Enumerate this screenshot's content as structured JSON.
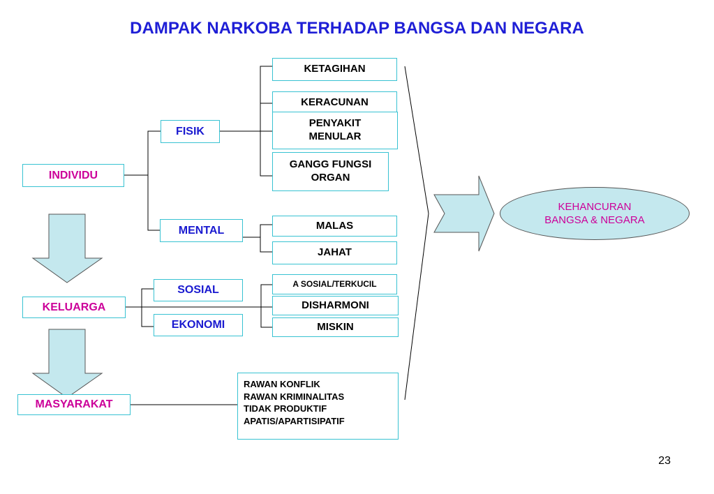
{
  "title": "DAMPAK NARKOBA TERHADAP BANGSA DAN NEGARA",
  "levels": {
    "individu": "INDIVIDU",
    "keluarga": "KELUARGA",
    "masyarakat": "MASYARAKAT"
  },
  "categories": {
    "fisik": "FISIK",
    "mental": "MENTAL",
    "sosial": "SOSIAL",
    "ekonomi": "EKONOMI"
  },
  "effects": {
    "ketagihan": "KETAGIHAN",
    "keracunan": "KERACUNAN",
    "penyakit_1": "PENYAKIT",
    "penyakit_2": "MENULAR",
    "gangg_1": "GANGG FUNGSI",
    "gangg_2": "ORGAN",
    "malas": "MALAS",
    "jahat": "JAHAT",
    "asosial": "A SOSIAL/TERKUCIL",
    "disharmoni": "DISHARMONI",
    "miskin": "MISKIN"
  },
  "masyarakat_effects": [
    "RAWAN KONFLIK",
    "RAWAN KRIMINALITAS",
    "TIDAK PRODUKTIF",
    "APATIS/APARTISIPATIF"
  ],
  "result": {
    "line1": "KEHANCURAN",
    "line2": "BANGSA & NEGARA"
  },
  "page_number": "23",
  "colors": {
    "title": "#1f1fd6",
    "level_text": "#cc0099",
    "category_text": "#1a1ad0",
    "box_border": "#38c2d2",
    "arrow_fill": "#c4e8ee"
  }
}
